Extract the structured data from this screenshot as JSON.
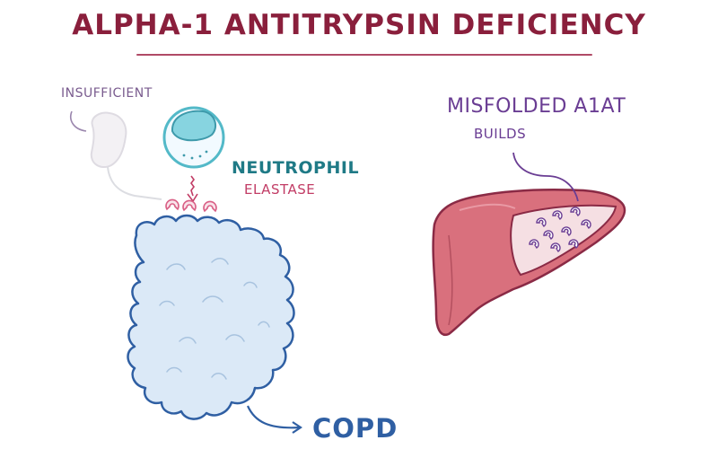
{
  "title": "Alpha-1 Antitrypsin Deficiency",
  "labels": {
    "insufficient": "Insufficient",
    "neutrophil": "Neutrophil",
    "elastase": "Elastase",
    "misfolded": "Misfolded A1AT",
    "builds": "Builds",
    "copd": "COPD"
  },
  "colors": {
    "title": "#8a1f3c",
    "neutrophil": "#1f7a86",
    "elastase": "#c23d66",
    "misfolded": "#6a3d93",
    "copd": "#2f5fa3",
    "liver": "#d9707d",
    "lung": "#dbe9f7"
  }
}
